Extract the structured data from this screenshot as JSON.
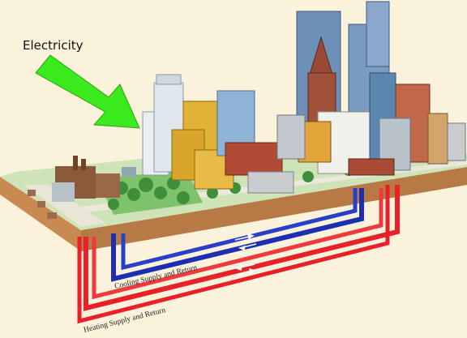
{
  "labels": {
    "electricity": "Electricity",
    "cooling": "Cooling Supply and Return",
    "heating": "Heating Supply and Return"
  },
  "colors": {
    "background": "#fbf2dc",
    "arrow": "#3bea1c",
    "cooling_pipe": "#1d2fb0",
    "heating_pipe": "#e8202a",
    "ground": "#c98a52",
    "grass": "#7ec26a"
  },
  "icons": {
    "electricity_arrow": "green-arrow-icon",
    "flow_arrows": "double-arrow-icon"
  }
}
